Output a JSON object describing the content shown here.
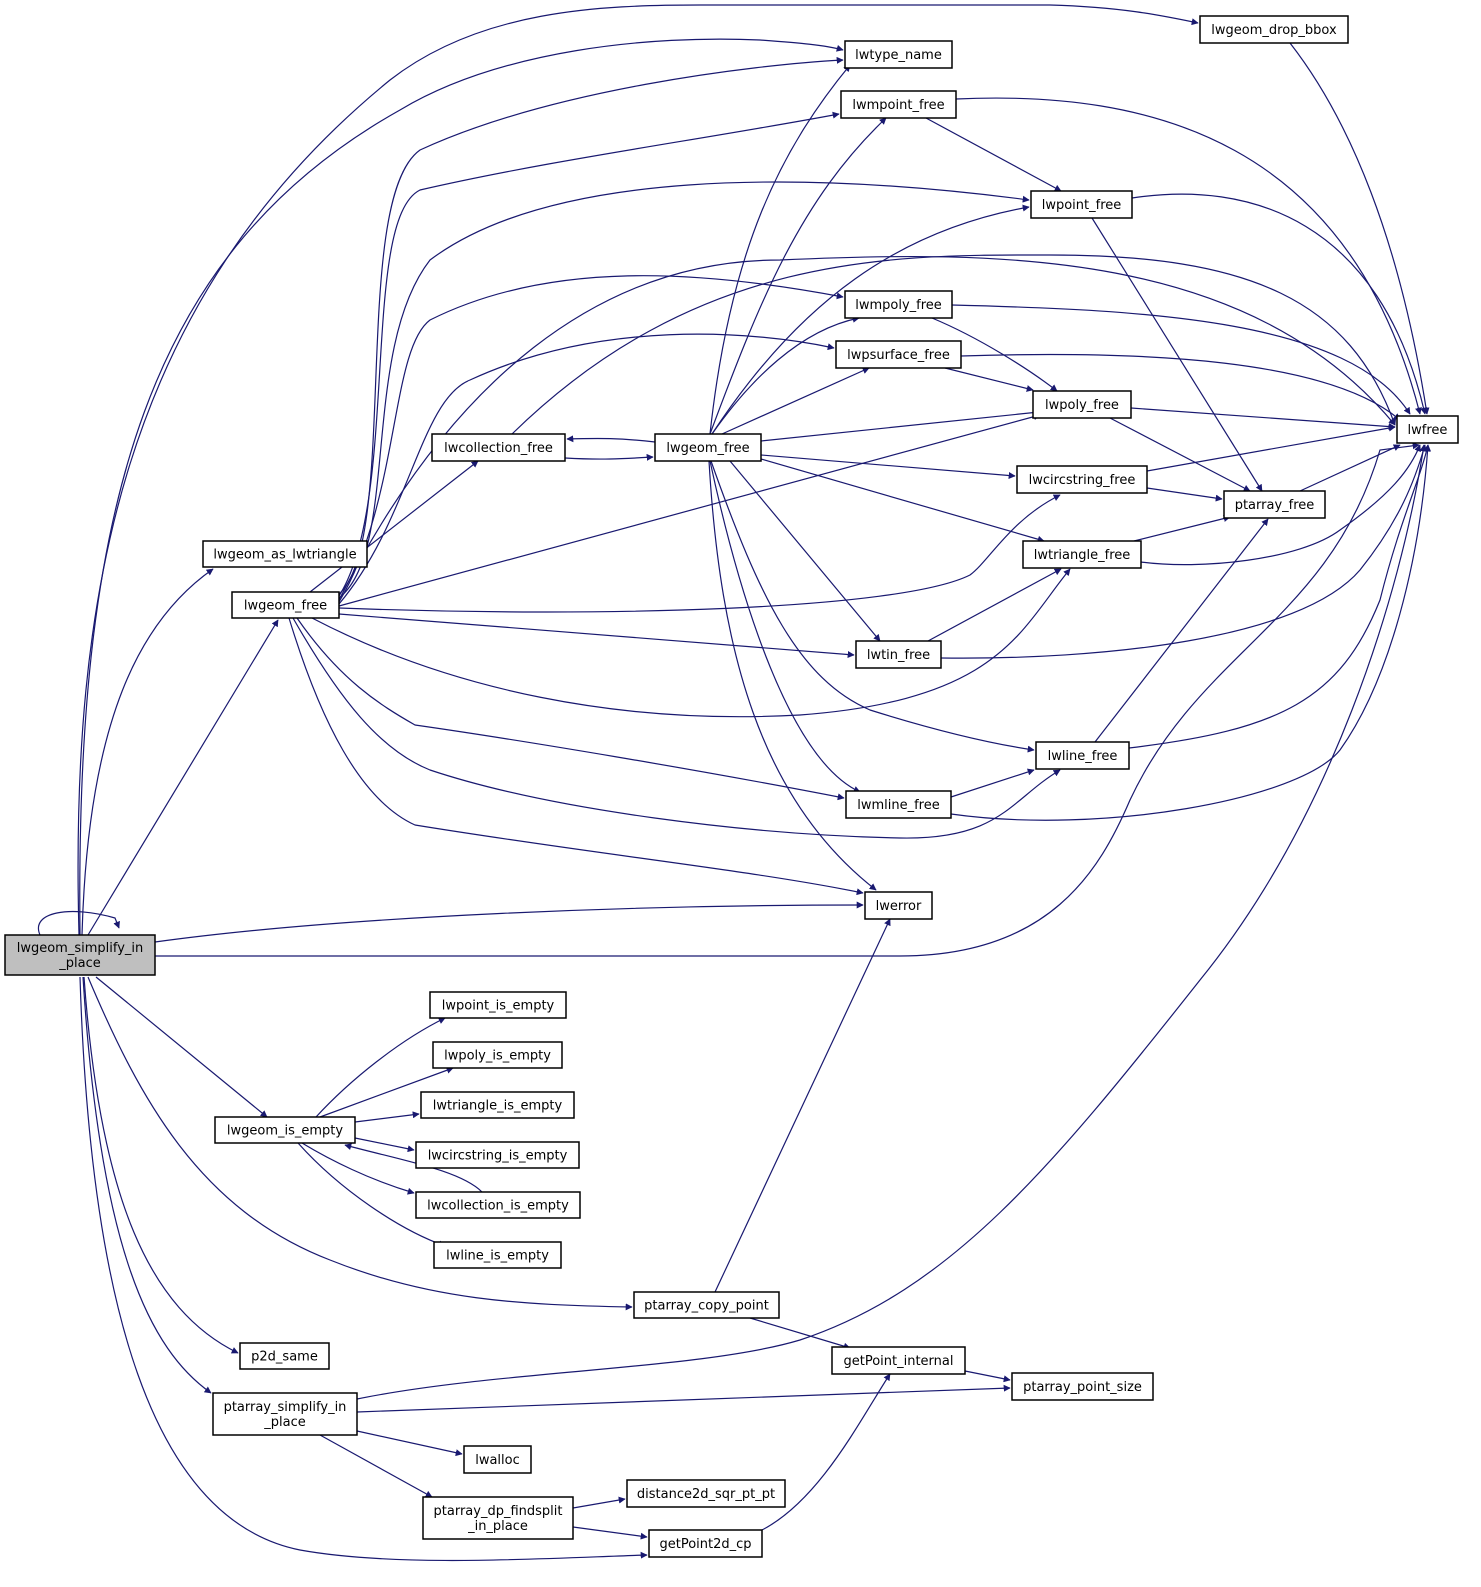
{
  "colors": {
    "edge": "#191970",
    "root_fill": "#bfbfbf",
    "node_fill": "#ffffff",
    "border": "#000000"
  },
  "nodes": [
    {
      "id": "root",
      "lines": [
        "lwgeom_simplify_in",
        "_place"
      ],
      "root": true
    },
    {
      "id": "lwgeom_as_lwtriangle",
      "lines": [
        "lwgeom_as_lwtriangle"
      ]
    },
    {
      "id": "lwgeom_free_a",
      "lines": [
        "lwgeom_free"
      ]
    },
    {
      "id": "lwgeom_is_empty",
      "lines": [
        "lwgeom_is_empty"
      ]
    },
    {
      "id": "p2d_same",
      "lines": [
        "p2d_same"
      ]
    },
    {
      "id": "ptarray_simplify_in_place",
      "lines": [
        "ptarray_simplify_in",
        "_place"
      ]
    },
    {
      "id": "lwcollection_free",
      "lines": [
        "lwcollection_free"
      ]
    },
    {
      "id": "lwgeom_free_b",
      "lines": [
        "lwgeom_free"
      ]
    },
    {
      "id": "lwpoint_is_empty",
      "lines": [
        "lwpoint_is_empty"
      ]
    },
    {
      "id": "lwpoly_is_empty",
      "lines": [
        "lwpoly_is_empty"
      ]
    },
    {
      "id": "lwtriangle_is_empty",
      "lines": [
        "lwtriangle_is_empty"
      ]
    },
    {
      "id": "lwcircstring_is_empty",
      "lines": [
        "lwcircstring_is_empty"
      ]
    },
    {
      "id": "lwcollection_is_empty",
      "lines": [
        "lwcollection_is_empty"
      ]
    },
    {
      "id": "lwline_is_empty",
      "lines": [
        "lwline_is_empty"
      ]
    },
    {
      "id": "ptarray_copy_point",
      "lines": [
        "ptarray_copy_point"
      ]
    },
    {
      "id": "lwalloc",
      "lines": [
        "lwalloc"
      ]
    },
    {
      "id": "ptarray_dp_findsplit_in_place",
      "lines": [
        "ptarray_dp_findsplit",
        "_in_place"
      ]
    },
    {
      "id": "distance2d_sqr_pt_pt",
      "lines": [
        "distance2d_sqr_pt_pt"
      ]
    },
    {
      "id": "getPoint2d_cp",
      "lines": [
        "getPoint2d_cp"
      ]
    },
    {
      "id": "lwtype_name",
      "lines": [
        "lwtype_name"
      ]
    },
    {
      "id": "lwmpoint_free",
      "lines": [
        "lwmpoint_free"
      ]
    },
    {
      "id": "lwmpoly_free",
      "lines": [
        "lwmpoly_free"
      ]
    },
    {
      "id": "lwpsurface_free",
      "lines": [
        "lwpsurface_free"
      ]
    },
    {
      "id": "lwtin_free",
      "lines": [
        "lwtin_free"
      ]
    },
    {
      "id": "lwmline_free",
      "lines": [
        "lwmline_free"
      ]
    },
    {
      "id": "lwerror",
      "lines": [
        "lwerror"
      ]
    },
    {
      "id": "getPoint_internal",
      "lines": [
        "getPoint_internal"
      ]
    },
    {
      "id": "lwgeom_drop_bbox",
      "lines": [
        "lwgeom_drop_bbox"
      ]
    },
    {
      "id": "lwpoint_free",
      "lines": [
        "lwpoint_free"
      ]
    },
    {
      "id": "lwpoly_free",
      "lines": [
        "lwpoly_free"
      ]
    },
    {
      "id": "lwcircstring_free",
      "lines": [
        "lwcircstring_free"
      ]
    },
    {
      "id": "lwtriangle_free",
      "lines": [
        "lwtriangle_free"
      ]
    },
    {
      "id": "lwline_free",
      "lines": [
        "lwline_free"
      ]
    },
    {
      "id": "ptarray_point_size",
      "lines": [
        "ptarray_point_size"
      ]
    },
    {
      "id": "ptarray_free",
      "lines": [
        "ptarray_free"
      ]
    },
    {
      "id": "lwfree",
      "lines": [
        "lwfree"
      ]
    }
  ],
  "edges": [
    [
      "root",
      "root"
    ],
    [
      "root",
      "lwgeom_drop_bbox"
    ],
    [
      "root",
      "lwtype_name"
    ],
    [
      "root",
      "lwgeom_as_lwtriangle"
    ],
    [
      "root",
      "lwgeom_free_a"
    ],
    [
      "root",
      "lwerror"
    ],
    [
      "root",
      "lwfree"
    ],
    [
      "root",
      "lwgeom_is_empty"
    ],
    [
      "root",
      "ptarray_copy_point"
    ],
    [
      "root",
      "p2d_same"
    ],
    [
      "root",
      "ptarray_simplify_in_place"
    ],
    [
      "root",
      "getPoint2d_cp"
    ],
    [
      "lwgeom_free_a",
      "lwtype_name"
    ],
    [
      "lwgeom_free_a",
      "lwmpoint_free"
    ],
    [
      "lwgeom_free_a",
      "lwpoint_free"
    ],
    [
      "lwgeom_free_a",
      "lwfree"
    ],
    [
      "lwgeom_free_a",
      "lwmpoly_free"
    ],
    [
      "lwgeom_free_a",
      "lwpsurface_free"
    ],
    [
      "lwgeom_free_a",
      "lwcollection_free"
    ],
    [
      "lwgeom_free_a",
      "lwpoly_free"
    ],
    [
      "lwgeom_free_a",
      "lwcircstring_free"
    ],
    [
      "lwgeom_free_a",
      "lwtin_free"
    ],
    [
      "lwgeom_free_a",
      "lwtriangle_free"
    ],
    [
      "lwgeom_free_a",
      "lwmline_free"
    ],
    [
      "lwgeom_free_a",
      "lwline_free"
    ],
    [
      "lwgeom_free_a",
      "lwerror"
    ],
    [
      "lwcollection_free",
      "lwgeom_free_b"
    ],
    [
      "lwgeom_free_b",
      "lwcollection_free"
    ],
    [
      "lwcollection_free",
      "lwfree"
    ],
    [
      "lwgeom_free_b",
      "lwtype_name"
    ],
    [
      "lwgeom_free_b",
      "lwmpoint_free"
    ],
    [
      "lwgeom_free_b",
      "lwpoint_free"
    ],
    [
      "lwgeom_free_b",
      "lwmpoly_free"
    ],
    [
      "lwgeom_free_b",
      "lwpsurface_free"
    ],
    [
      "lwgeom_free_b",
      "lwpoly_free"
    ],
    [
      "lwgeom_free_b",
      "lwcircstring_free"
    ],
    [
      "lwgeom_free_b",
      "lwtriangle_free"
    ],
    [
      "lwgeom_free_b",
      "lwtin_free"
    ],
    [
      "lwgeom_free_b",
      "lwline_free"
    ],
    [
      "lwgeom_free_b",
      "lwmline_free"
    ],
    [
      "lwgeom_free_b",
      "lwerror"
    ],
    [
      "lwgeom_is_empty",
      "lwpoint_is_empty"
    ],
    [
      "lwgeom_is_empty",
      "lwpoly_is_empty"
    ],
    [
      "lwgeom_is_empty",
      "lwtriangle_is_empty"
    ],
    [
      "lwgeom_is_empty",
      "lwcircstring_is_empty"
    ],
    [
      "lwgeom_is_empty",
      "lwcollection_is_empty"
    ],
    [
      "lwcollection_is_empty",
      "lwgeom_is_empty"
    ],
    [
      "lwgeom_is_empty",
      "lwline_is_empty"
    ],
    [
      "ptarray_copy_point",
      "lwerror"
    ],
    [
      "ptarray_copy_point",
      "getPoint_internal"
    ],
    [
      "ptarray_simplify_in_place",
      "lwfree"
    ],
    [
      "ptarray_simplify_in_place",
      "ptarray_point_size"
    ],
    [
      "ptarray_simplify_in_place",
      "lwalloc"
    ],
    [
      "ptarray_simplify_in_place",
      "ptarray_dp_findsplit_in_place"
    ],
    [
      "ptarray_dp_findsplit_in_place",
      "distance2d_sqr_pt_pt"
    ],
    [
      "ptarray_dp_findsplit_in_place",
      "getPoint2d_cp"
    ],
    [
      "getPoint2d_cp",
      "getPoint_internal"
    ],
    [
      "getPoint_internal",
      "ptarray_point_size"
    ],
    [
      "lwgeom_drop_bbox",
      "lwfree"
    ],
    [
      "lwmpoint_free",
      "lwfree"
    ],
    [
      "lwmpoint_free",
      "lwpoint_free"
    ],
    [
      "lwpoint_free",
      "lwfree"
    ],
    [
      "lwpoint_free",
      "ptarray_free"
    ],
    [
      "lwmpoly_free",
      "lwfree"
    ],
    [
      "lwmpoly_free",
      "lwpoly_free"
    ],
    [
      "lwpsurface_free",
      "lwfree"
    ],
    [
      "lwpsurface_free",
      "lwpoly_free"
    ],
    [
      "lwpoly_free",
      "lwfree"
    ],
    [
      "lwpoly_free",
      "ptarray_free"
    ],
    [
      "lwcircstring_free",
      "lwfree"
    ],
    [
      "lwcircstring_free",
      "ptarray_free"
    ],
    [
      "lwtriangle_free",
      "ptarray_free"
    ],
    [
      "lwtriangle_free",
      "lwfree"
    ],
    [
      "lwtin_free",
      "lwtriangle_free"
    ],
    [
      "lwtin_free",
      "lwfree"
    ],
    [
      "lwmline_free",
      "lwline_free"
    ],
    [
      "lwmline_free",
      "lwfree"
    ],
    [
      "lwline_free",
      "ptarray_free"
    ],
    [
      "lwline_free",
      "lwfree"
    ],
    [
      "ptarray_free",
      "lwfree"
    ]
  ]
}
